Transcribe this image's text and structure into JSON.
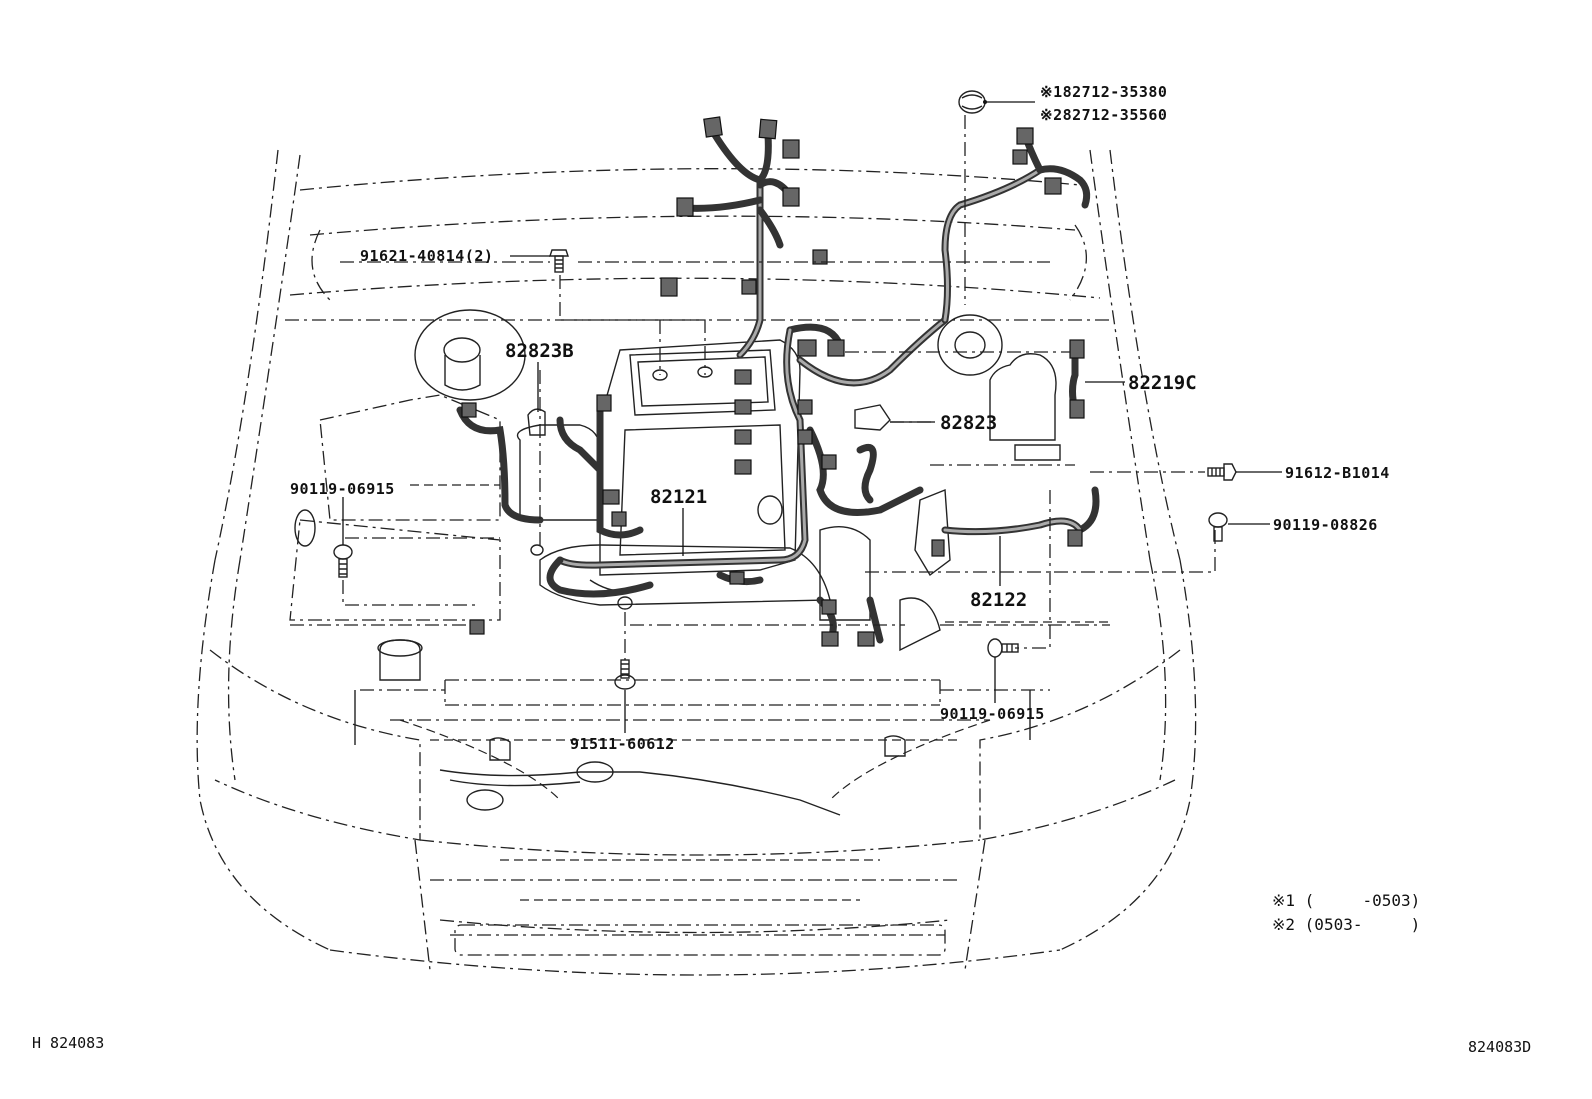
{
  "parts": {
    "grommet_1": "※182712-35380",
    "grommet_2": "※282712-35560",
    "bolt_91621": "91621-40814(2)",
    "clamp_82823b": "82823B",
    "protector_82219c": "82219C",
    "clamp_82823": "82823",
    "wire_82121": "82121",
    "bolt_91612": "91612-B1014",
    "bolt_90119_left": "90119-06915",
    "bolt_90119_08826": "90119-08826",
    "wire_82122": "82122",
    "bolt_90119_right": "90119-06915",
    "bolt_91511": "91511-60612"
  },
  "notes": {
    "note_1": "※1 (     -0503)",
    "note_2": "※2 (0503-     )"
  },
  "codes": {
    "left": "H 824083",
    "right": "824083D"
  }
}
